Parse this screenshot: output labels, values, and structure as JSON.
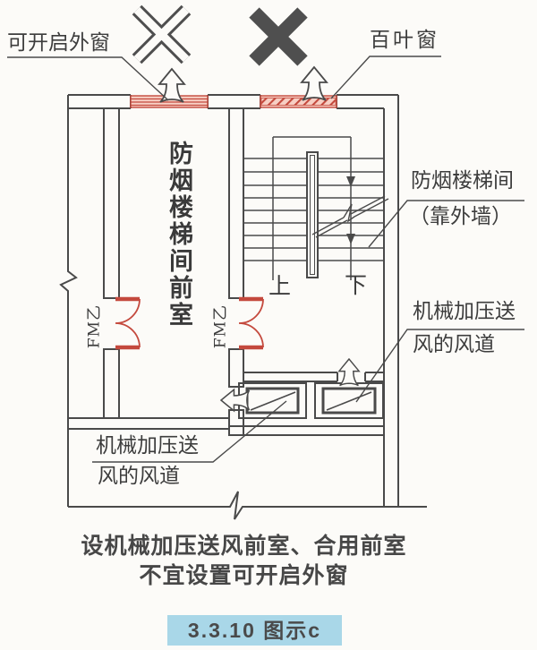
{
  "colors": {
    "line": "#4a4a4a",
    "red": "#c4493d",
    "pink": "#f7cfc4",
    "badge_bg": "#a9d7e8",
    "paper": "#fcfbf8"
  },
  "labels": {
    "openable_window": "可开启外窗",
    "louver_window": "百叶窗",
    "front_room": "防烟楼梯间前室",
    "door1": "FM乙",
    "door2": "FM乙",
    "stair_up": "上",
    "stair_down": "下",
    "stairwell_line1": "防烟楼梯间",
    "stairwell_line2": "（靠外墙）",
    "duct_right_line1": "机械加压送",
    "duct_right_line2": "风的风道",
    "duct_left_line1": "机械加压送",
    "duct_left_line2": "风的风道"
  },
  "caption": {
    "line1": "设机械加压送风前室、合用前室",
    "line2": "不宜设置可开启外窗"
  },
  "badge": {
    "text": "3.3.10 图示c"
  },
  "icons": {
    "prohibited_outline": "x-outline-mark",
    "prohibited_solid": "x-solid-mark",
    "airflow": "hollow-flow-arrow"
  }
}
